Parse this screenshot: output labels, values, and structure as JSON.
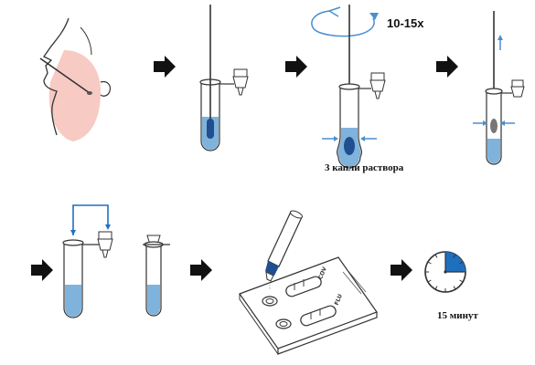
{
  "rotation_label": "10-15x",
  "drops_caption": "3 капли раствора",
  "timer_caption": "15 минут",
  "cassette": {
    "label_left": "COV",
    "label_right": "FLU"
  },
  "colors": {
    "liquid": "#7fb3dc",
    "liquid_dark": "#1f4f8f",
    "accent": "#4a8fd0",
    "skin_highlight": "#f4b8b0",
    "arrow": "#111111",
    "timer_fill": "#1f6fbf"
  },
  "timer_fraction": 0.25,
  "icons": [
    "step-arrow-icon",
    "rotate-icon",
    "timer-icon"
  ]
}
